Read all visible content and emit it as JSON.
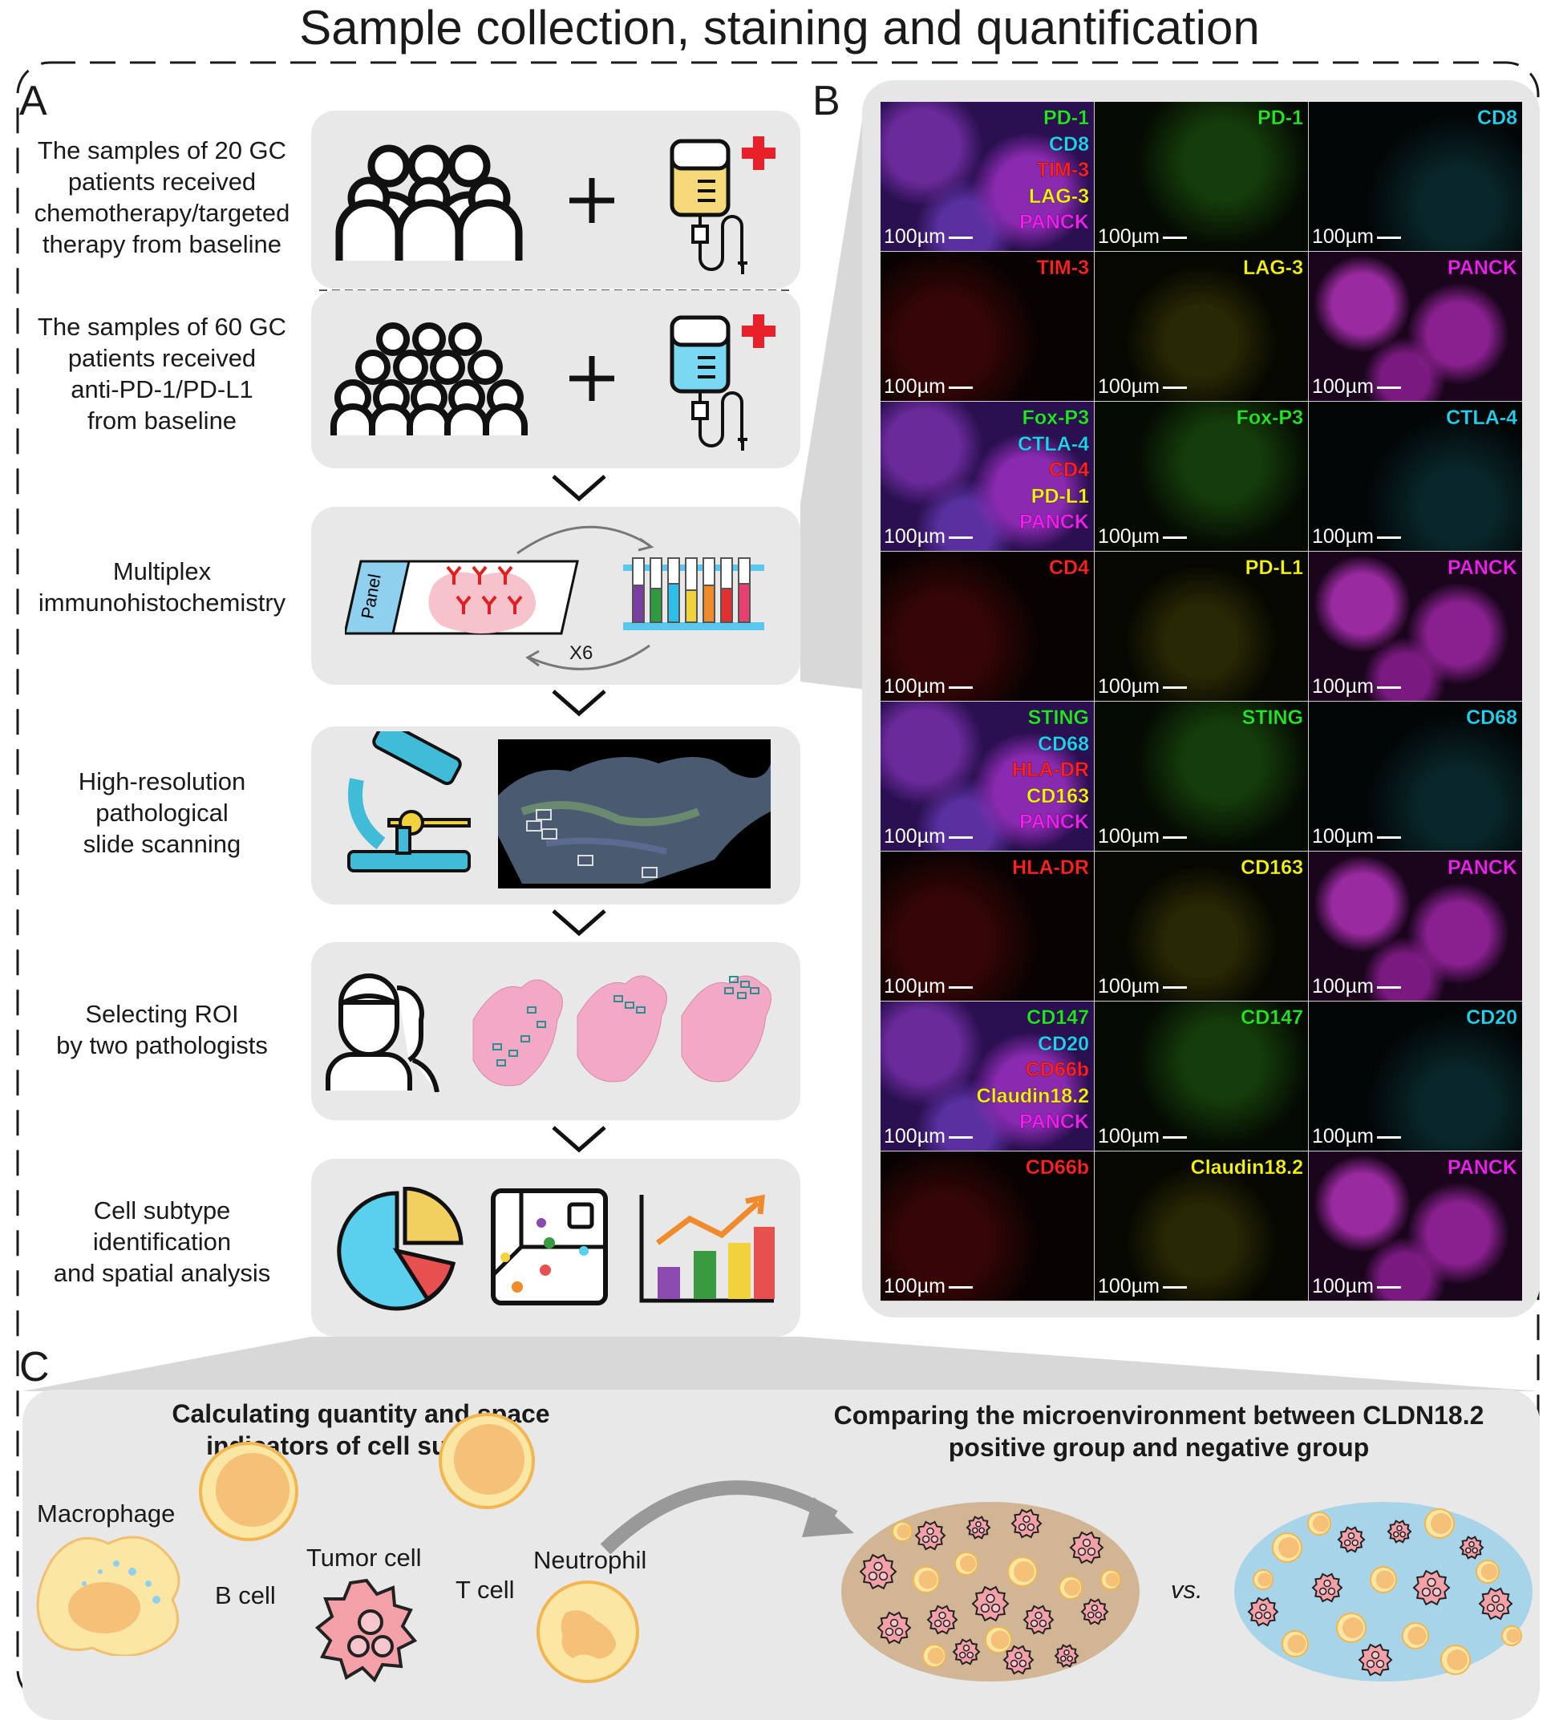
{
  "title": "Sample collection, staining and quantification",
  "panels": {
    "a": "A",
    "b": "B",
    "c": "C"
  },
  "panel_a": {
    "steps": [
      {
        "lines": [
          "The samples of 20 GC",
          "patients received",
          "chemotherapy/targeted",
          "therapy from baseline"
        ],
        "icons": [
          "patient-group-icon",
          "plus-icon",
          "iv-bag-yellow-icon",
          "red-cross-icon"
        ]
      },
      {
        "lines": [
          "The samples of 60 GC",
          "patients  received",
          "anti-PD-1/PD-L1",
          "from baseline"
        ],
        "icons": [
          "patient-group-icon",
          "plus-icon",
          "iv-bag-blue-icon",
          "red-cross-icon"
        ]
      },
      {
        "lines": [
          "Multiplex",
          "immunohistochemistry"
        ],
        "icons": [
          "slide-icon",
          "antibody-icon",
          "test-tube-rack-icon",
          "cycle-arrow-icon"
        ],
        "slide_label": "Panel",
        "cycle_label": "X6"
      },
      {
        "lines": [
          "High-resolution",
          "pathological",
          "slide scanning"
        ],
        "icons": [
          "microscope-icon",
          "scanned-slide-image"
        ]
      },
      {
        "lines": [
          "Selecting ROI",
          "by two pathologists"
        ],
        "icons": [
          "pathologist-icon",
          "tissue-roi-image"
        ]
      },
      {
        "lines": [
          "Cell subtype",
          "identification",
          "and spatial analysis"
        ],
        "icons": [
          "pie-chart-icon",
          "scatter-plot-icon",
          "bar-trend-icon"
        ]
      }
    ]
  },
  "panel_b": {
    "scale_bar": "100µm",
    "colors": {
      "green": "#22e622",
      "cyan": "#1ed2f0",
      "red": "#ff2020",
      "yellow": "#f4f40a",
      "magenta": "#f01ef0"
    },
    "rows": [
      [
        {
          "labels": [
            [
              "PD-1",
              "green"
            ],
            [
              "CD8",
              "cyan"
            ],
            [
              "TIM-3",
              "red"
            ],
            [
              "LAG-3",
              "yellow"
            ],
            [
              "PANCK",
              "magenta"
            ]
          ],
          "bg": "composite"
        },
        {
          "labels": [
            [
              "PD-1",
              "green"
            ]
          ],
          "bg": "green"
        },
        {
          "labels": [
            [
              "CD8",
              "cyan"
            ]
          ],
          "bg": "cyan"
        }
      ],
      [
        {
          "labels": [
            [
              "TIM-3",
              "red"
            ]
          ],
          "bg": "red"
        },
        {
          "labels": [
            [
              "LAG-3",
              "yellow"
            ]
          ],
          "bg": "yellow"
        },
        {
          "labels": [
            [
              "PANCK",
              "magenta"
            ]
          ],
          "bg": "magenta"
        }
      ],
      [
        {
          "labels": [
            [
              "Fox-P3",
              "green"
            ],
            [
              "CTLA-4",
              "cyan"
            ],
            [
              "CD4",
              "red"
            ],
            [
              "PD-L1",
              "yellow"
            ],
            [
              "PANCK",
              "magenta"
            ]
          ],
          "bg": "composite"
        },
        {
          "labels": [
            [
              "Fox-P3",
              "green"
            ]
          ],
          "bg": "green"
        },
        {
          "labels": [
            [
              "CTLA-4",
              "cyan"
            ]
          ],
          "bg": "cyan"
        }
      ],
      [
        {
          "labels": [
            [
              "CD4",
              "red"
            ]
          ],
          "bg": "red"
        },
        {
          "labels": [
            [
              "PD-L1",
              "yellow"
            ]
          ],
          "bg": "yellow"
        },
        {
          "labels": [
            [
              "PANCK",
              "magenta"
            ]
          ],
          "bg": "magenta"
        }
      ],
      [
        {
          "labels": [
            [
              "STING",
              "green"
            ],
            [
              "CD68",
              "cyan"
            ],
            [
              "HLA-DR",
              "red"
            ],
            [
              "CD163",
              "yellow"
            ],
            [
              "PANCK",
              "magenta"
            ]
          ],
          "bg": "composite"
        },
        {
          "labels": [
            [
              "STING",
              "green"
            ]
          ],
          "bg": "green"
        },
        {
          "labels": [
            [
              "CD68",
              "cyan"
            ]
          ],
          "bg": "cyan"
        }
      ],
      [
        {
          "labels": [
            [
              "HLA-DR",
              "red"
            ]
          ],
          "bg": "red"
        },
        {
          "labels": [
            [
              "CD163",
              "yellow"
            ]
          ],
          "bg": "yellow"
        },
        {
          "labels": [
            [
              "PANCK",
              "magenta"
            ]
          ],
          "bg": "magenta"
        }
      ],
      [
        {
          "labels": [
            [
              "CD147",
              "green"
            ],
            [
              "CD20",
              "cyan"
            ],
            [
              "CD66b",
              "red"
            ],
            [
              "Claudin18.2",
              "yellow"
            ],
            [
              "PANCK",
              "magenta"
            ]
          ],
          "bg": "composite"
        },
        {
          "labels": [
            [
              "CD147",
              "green"
            ]
          ],
          "bg": "green"
        },
        {
          "labels": [
            [
              "CD20",
              "cyan"
            ]
          ],
          "bg": "cyan"
        }
      ],
      [
        {
          "labels": [
            [
              "CD66b",
              "red"
            ]
          ],
          "bg": "red"
        },
        {
          "labels": [
            [
              "Claudin18.2",
              "yellow"
            ]
          ],
          "bg": "yellow"
        },
        {
          "labels": [
            [
              "PANCK",
              "magenta"
            ]
          ],
          "bg": "magenta"
        }
      ]
    ]
  },
  "panel_c": {
    "heading_left": [
      "Calculating quantity and space",
      "indicators of cell subtype"
    ],
    "heading_right": [
      "Comparing the microenvironment between CLDN18.2",
      "positive group and negative group"
    ],
    "cells": {
      "macrophage": "Macrophage",
      "b_cell": "B cell",
      "tumor_cell": "Tumor cell",
      "t_cell": "T cell",
      "neutrophil": "Neutrophil"
    },
    "vs": "vs."
  }
}
